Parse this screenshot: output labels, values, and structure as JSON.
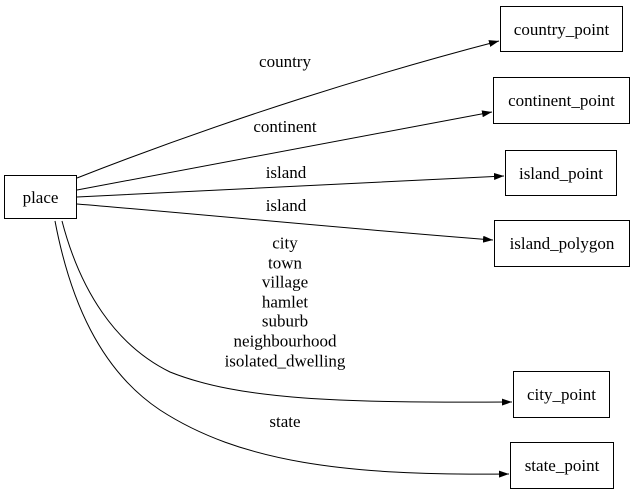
{
  "diagram": {
    "type": "directed-graph",
    "colors": {
      "background": "#ffffff",
      "node_border": "#000000",
      "edge_stroke": "#000000",
      "text": "#000000"
    },
    "nodes": [
      {
        "id": "place",
        "label": "place"
      },
      {
        "id": "country_point",
        "label": "country_point"
      },
      {
        "id": "continent_point",
        "label": "continent_point"
      },
      {
        "id": "island_point",
        "label": "island_point"
      },
      {
        "id": "island_polygon",
        "label": "island_polygon"
      },
      {
        "id": "city_point",
        "label": "city_point"
      },
      {
        "id": "state_point",
        "label": "state_point"
      }
    ],
    "edges": [
      {
        "from": "place",
        "to": "country_point",
        "label": "country"
      },
      {
        "from": "place",
        "to": "continent_point",
        "label": "continent"
      },
      {
        "from": "place",
        "to": "island_point",
        "label": "island"
      },
      {
        "from": "place",
        "to": "island_polygon",
        "label": "island"
      },
      {
        "from": "place",
        "to": "city_point",
        "label": "city\ntown\nvillage\nhamlet\nsuburb\nneighbourhood\nisolated_dwelling"
      },
      {
        "from": "place",
        "to": "state_point",
        "label": "state"
      }
    ]
  }
}
